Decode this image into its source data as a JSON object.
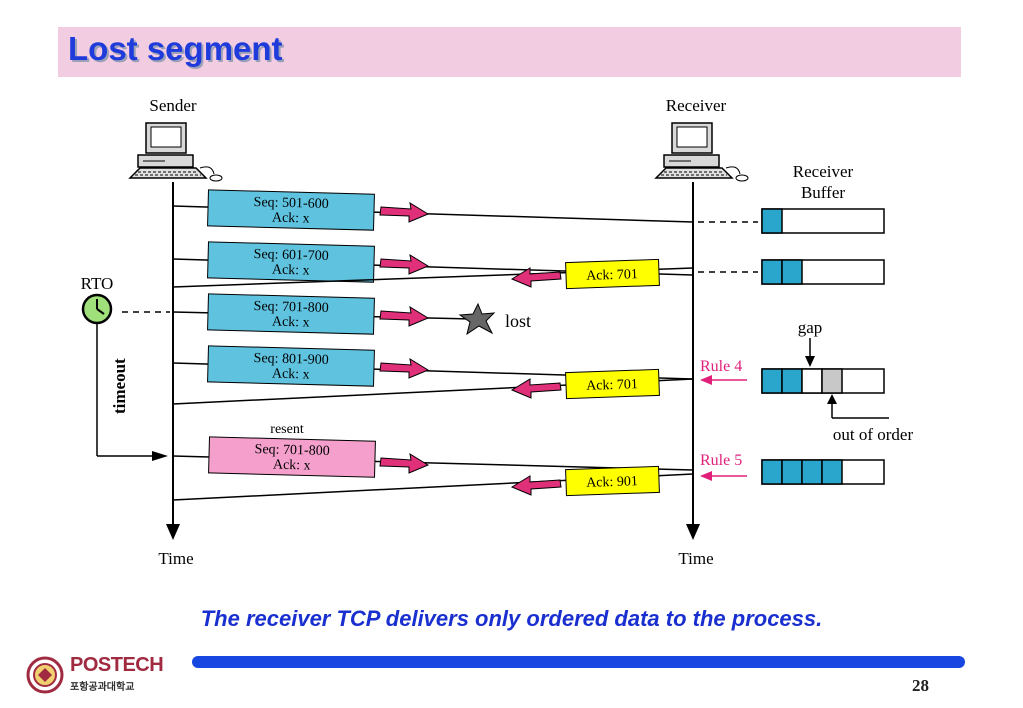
{
  "slide": {
    "title": "Lost segment",
    "caption": "The receiver TCP delivers only ordered data to the process.",
    "page_number": "28"
  },
  "logo": {
    "name": "POSTECH",
    "subtitle": "포항공과대학교"
  },
  "diagram": {
    "sender_label": "Sender",
    "receiver_label": "Receiver",
    "buffer_label_line1": "Receiver",
    "buffer_label_line2": "Buffer",
    "time_label_left": "Time",
    "time_label_right": "Time",
    "rto_label": "RTO",
    "timeout_label": "timeout",
    "lost_label": "lost",
    "resent_label": "resent",
    "gap_label": "gap",
    "out_of_order_label": "out of order",
    "rule4_label": "Rule 4",
    "rule5_label": "Rule 5",
    "segments": [
      {
        "seq": "Seq: 501-600",
        "ack": "Ack: x"
      },
      {
        "seq": "Seq: 601-700",
        "ack": "Ack: x"
      },
      {
        "seq": "Seq: 701-800",
        "ack": "Ack: x"
      },
      {
        "seq": "Seq: 801-900",
        "ack": "Ack: x"
      },
      {
        "seq": "Seq: 701-800",
        "ack": "Ack: x"
      }
    ],
    "acks": [
      "Ack: 701",
      "Ack: 701",
      "Ack: 901"
    ],
    "colors": {
      "segment_fill": "#5fc3e0",
      "resent_fill": "#f5a0cc",
      "ack_fill": "#ffff00",
      "arrow_fill": "#e0307a",
      "buffer_filled": "#2aa6cc",
      "buffer_out_of_order": "#c8c8c8",
      "rule_color": "#e0207a",
      "title_color": "#1f3bdb"
    }
  }
}
